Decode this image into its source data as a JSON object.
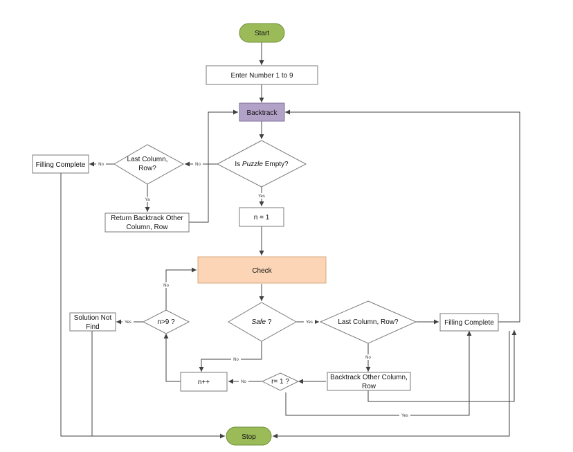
{
  "nodes": {
    "start": {
      "label": "Start",
      "color": "#9bbb59"
    },
    "enter": {
      "label": "Enter Number  1 to 9"
    },
    "backtrack": {
      "label": "Backtrack",
      "color": "#b3a2c7"
    },
    "is_empty": {
      "label_pre": "Is ",
      "label_em": "Puzzle",
      "label_post": " Empty?"
    },
    "last_col_row_1": {
      "line1": "Last Column,",
      "line2": "Row?"
    },
    "filling_complete_1": {
      "label": "Filling Complete"
    },
    "return_backtrack": {
      "line1": "Return Backtrack Other",
      "line2": "Column, Row"
    },
    "n_eq_1": {
      "label": "n = 1"
    },
    "check": {
      "label": "Check",
      "color": "#fbd5b5"
    },
    "safe": {
      "label_em": "Safe",
      "label_post": " ?"
    },
    "last_col_row_2": {
      "label": "Last Column, Row?"
    },
    "filling_complete_2": {
      "label": "Filling Complete"
    },
    "n_gt_9": {
      "label": "n>9 ?"
    },
    "solution_not_find": {
      "line1": "Solution Not",
      "line2": "Find"
    },
    "backtrack_other": {
      "line1": "Backtrack Other Column,",
      "line2": "Row"
    },
    "r_eq_1": {
      "label": "r= 1 ?"
    },
    "n_inc": {
      "label": "n++"
    },
    "stop": {
      "label": "Stop",
      "color": "#9bbb59"
    }
  },
  "edge_labels": {
    "empty_no": "No",
    "last1_no": "No",
    "last1_yes": "Ya",
    "empty_yes": "Yes",
    "ngt9_no": "No",
    "ngt9_yes": "Yes",
    "safe_yes": "Yes",
    "safe_no": "No",
    "last2_no": "No",
    "r_no": "No",
    "r_yes": "Yes"
  }
}
